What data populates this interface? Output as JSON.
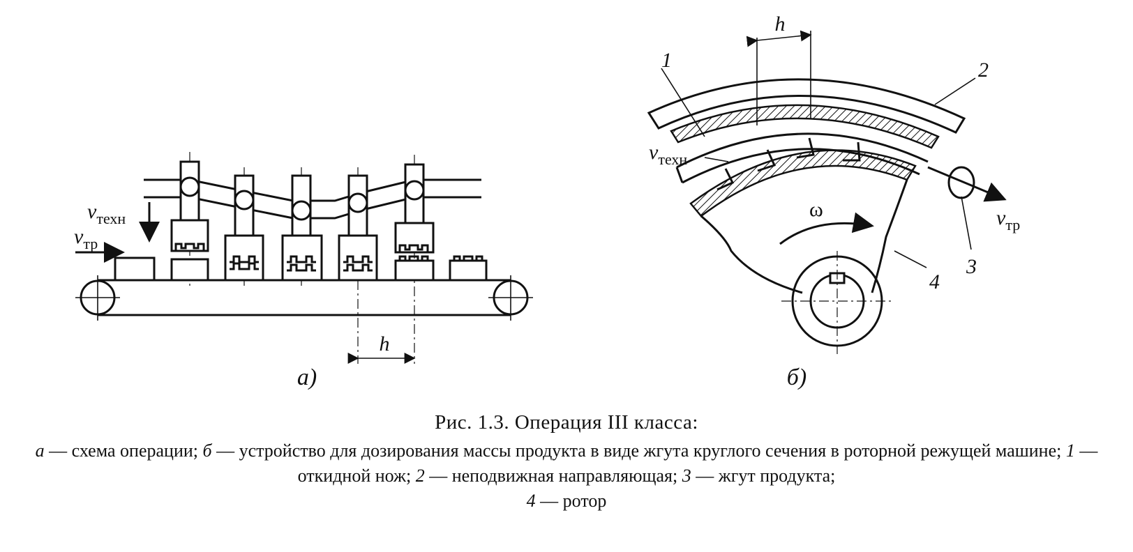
{
  "figure_a": {
    "v_tech": "v",
    "v_tech_sub": "техн",
    "v_tr": "v",
    "v_tr_sub": "тр",
    "pitch": "h",
    "panel": "а)"
  },
  "figure_b": {
    "pitch": "h",
    "label_1": "1",
    "label_2": "2",
    "label_3": "3",
    "label_4": "4",
    "v_tech": "v",
    "v_tech_sub": "техн",
    "v_tr": "v",
    "v_tr_sub": "тр",
    "omega": "ω",
    "panel": "б)"
  },
  "caption": {
    "title": "Рис. 1.3. Операция III класса:",
    "parts": [
      {
        "mark": "а",
        "text": " — схема операции; "
      },
      {
        "mark": "б",
        "text": " — устройство для дозирования массы продукта в виде жгута круглого сечения в роторной режущей машине; "
      },
      {
        "mark": "1",
        "text": " — откидной нож; "
      },
      {
        "mark": "2",
        "text": " — неподвижная направляющая; "
      },
      {
        "mark": "3",
        "text": " — жгут продукта; "
      },
      {
        "mark": "4",
        "text": " — ротор"
      }
    ]
  }
}
